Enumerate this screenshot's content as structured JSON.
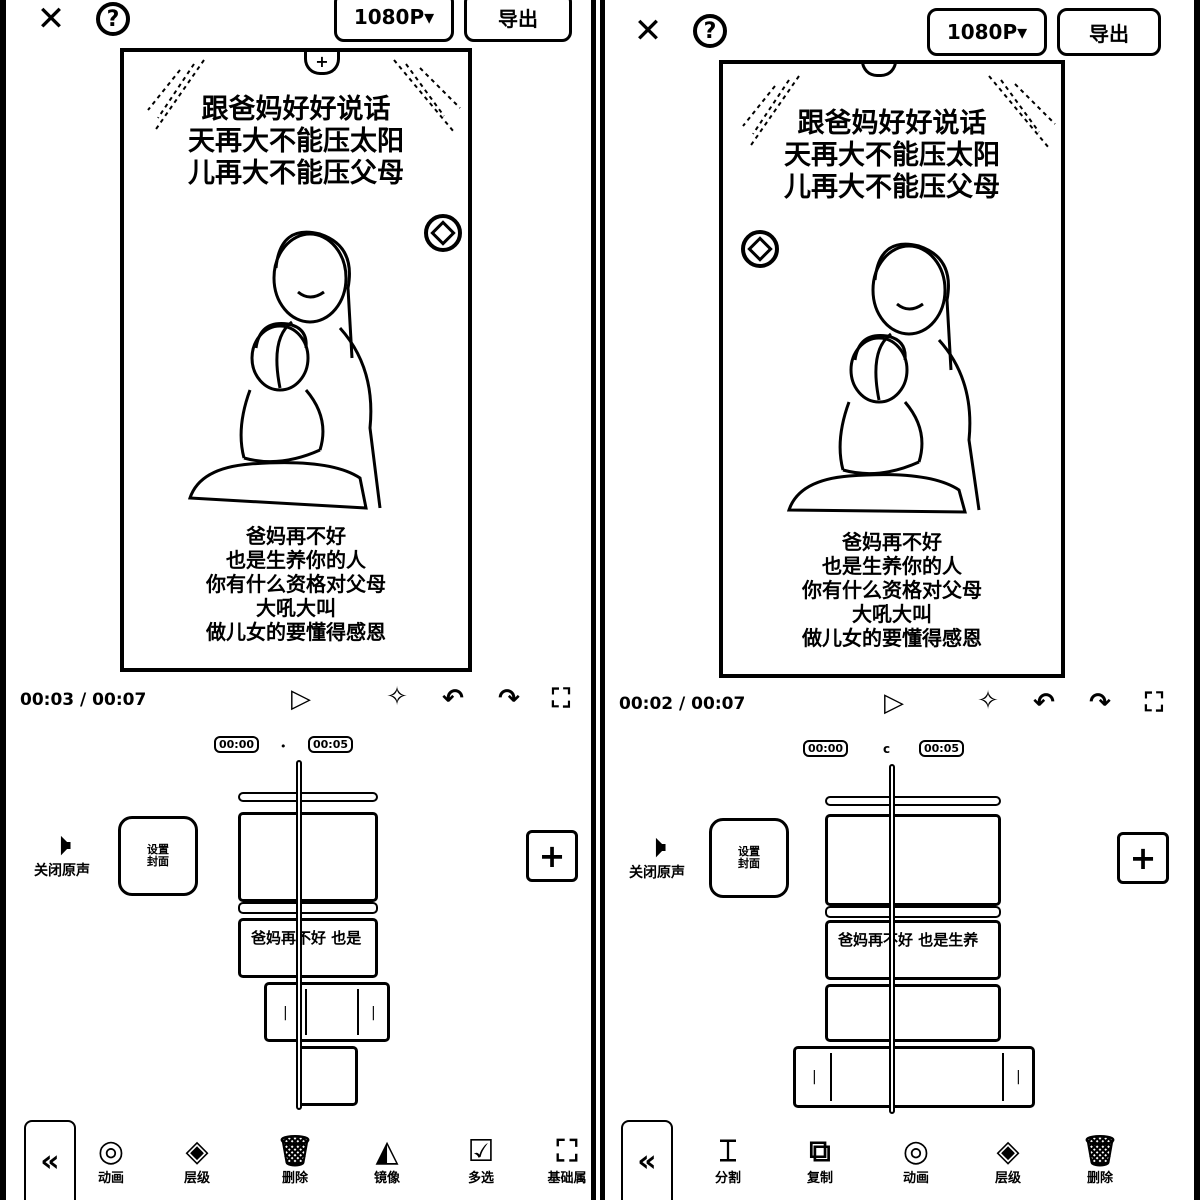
{
  "left": {
    "resolution": "1080P",
    "export_label": "导出",
    "preview": {
      "title_lines": [
        "跟爸妈好好说话",
        "天再大不能压太阳",
        "儿再大不能压父母"
      ],
      "body_lines": [
        "爸妈再不好",
        "也是生养你的人",
        "你有什么资格对父母",
        "大吼大叫",
        "做儿女的要懂得感恩"
      ]
    },
    "time_display": "00:03 / 00:07",
    "ticks": [
      "00:00",
      "00:05"
    ],
    "mute_label": "关闭原声",
    "cover_label": "设置封面",
    "text_clip": "爸妈再不好 也是",
    "toolbar": [
      {
        "icon": "animation-icon",
        "label": "动画"
      },
      {
        "icon": "layers-icon",
        "label": "层级"
      },
      {
        "icon": "delete-icon",
        "label": "删除"
      },
      {
        "icon": "mirror-icon",
        "label": "镜像"
      },
      {
        "icon": "multi-select-icon",
        "label": "多选"
      },
      {
        "icon": "basic-props-icon",
        "label": "基础属"
      }
    ]
  },
  "right": {
    "resolution": "1080P",
    "export_label": "导出",
    "preview": {
      "title_lines": [
        "跟爸妈好好说话",
        "天再大不能压太阳",
        "儿再大不能压父母"
      ],
      "body_lines": [
        "爸妈再不好",
        "也是生养你的人",
        "你有什么资格对父母",
        "大吼大叫",
        "做儿女的要懂得感恩"
      ]
    },
    "time_display": "00:02 / 00:07",
    "ticks": [
      "00:00",
      "00:05"
    ],
    "mute_label": "关闭原声",
    "cover_label": "设置封面",
    "text_clip": "爸妈再不好 也是生养",
    "toolbar": [
      {
        "icon": "split-icon",
        "label": "分割"
      },
      {
        "icon": "copy-icon",
        "label": "复制"
      },
      {
        "icon": "animation-icon",
        "label": "动画"
      },
      {
        "icon": "layers-icon",
        "label": "层级"
      },
      {
        "icon": "delete-icon",
        "label": "删除"
      }
    ]
  },
  "colors": {
    "fg": "#000000",
    "bg": "#ffffff"
  }
}
